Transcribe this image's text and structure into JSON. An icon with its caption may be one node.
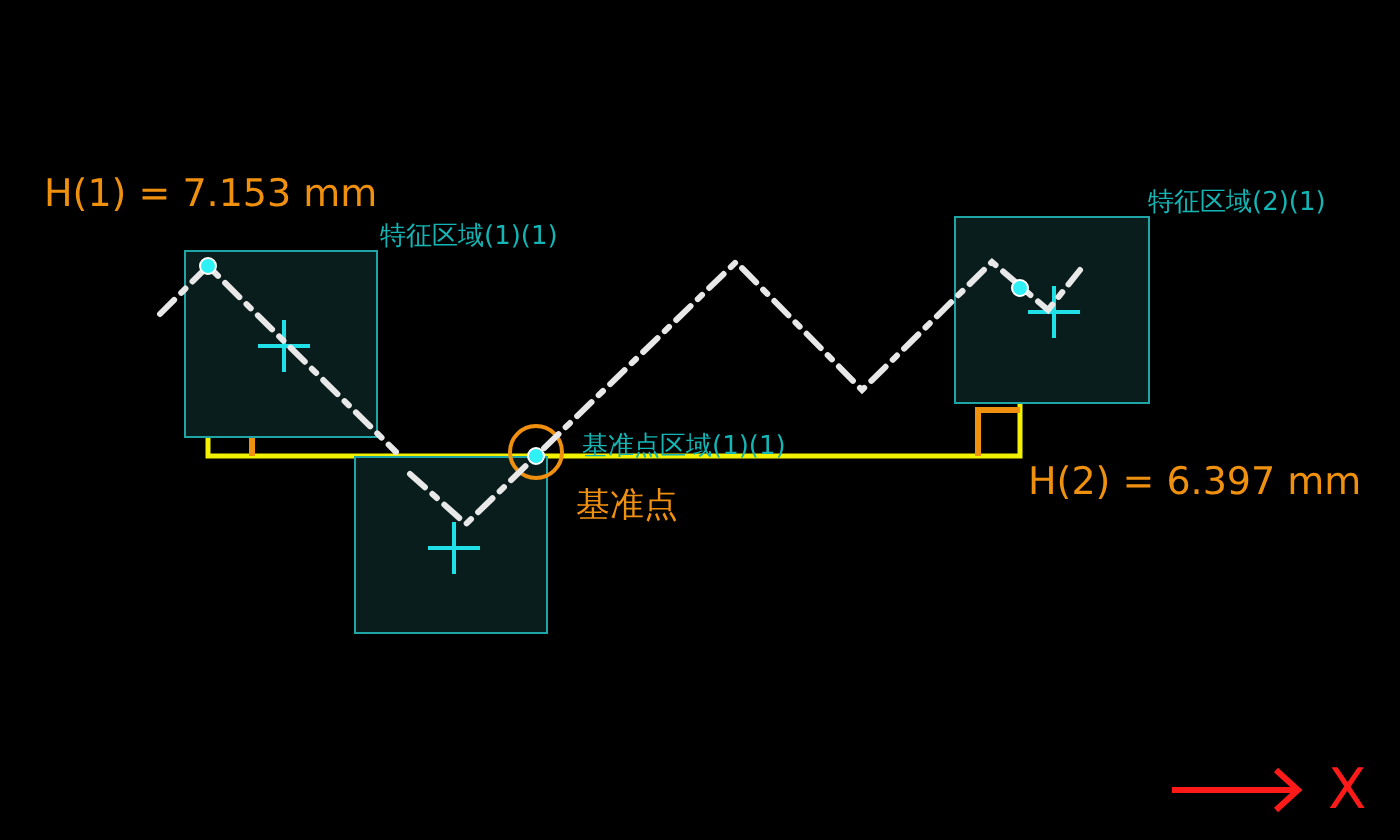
{
  "diagram": {
    "nodes": [
      {
        "text": [
          "特征区域(1)(1)"
        ]
      },
      {
        "text": [
          "基准点区域(1)(1)"
        ]
      },
      {
        "text": [
          "特征区域(2)(1)"
        ]
      },
      {
        "text": [],
        "shape": "circle",
        "beside": [
          "基准点"
        ]
      }
    ],
    "labels": [
      "H(1) = 7.153 mm",
      "H(2) = 6.397 mm",
      "X"
    ]
  }
}
